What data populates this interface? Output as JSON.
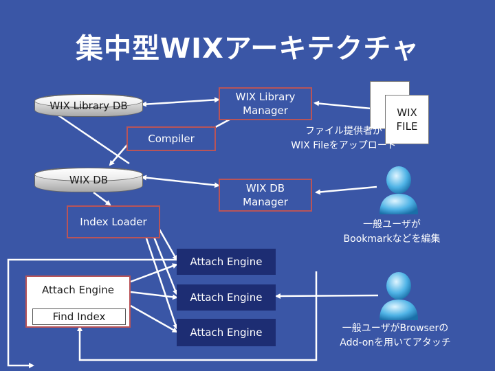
{
  "title": "集中型WIXアーキテクチャ",
  "nodes": {
    "wix_library_db": "WIX Library DB",
    "wix_library_manager": [
      "WIX Library",
      "Manager"
    ],
    "compiler": "Compiler",
    "wix_db": "WIX DB",
    "wix_db_manager": [
      "WIX DB",
      "Manager"
    ],
    "index_loader": "Index Loader",
    "attach_engine_center_1": "Attach Engine",
    "attach_engine_center_2": "Attach Engine",
    "attach_engine_center_3": "Attach Engine",
    "attach_engine_left": "Attach Engine",
    "find_index": "Find Index",
    "wix_file": [
      "WIX",
      "FILE"
    ]
  },
  "labels": {
    "upload": [
      "ファイル提供者が",
      "WIX Fileをアップロード"
    ],
    "user_bookmark": [
      "一般ユーザが",
      "Bookmarkなどを編集"
    ],
    "user_attach": [
      "一般ユーザがBrowserの",
      "Add-onを用いてアタッチ"
    ]
  },
  "colors": {
    "background": "#3a56a6",
    "box_border": "#b95458",
    "navy_box": "#1d2d73",
    "arrow": "#ffffff"
  }
}
